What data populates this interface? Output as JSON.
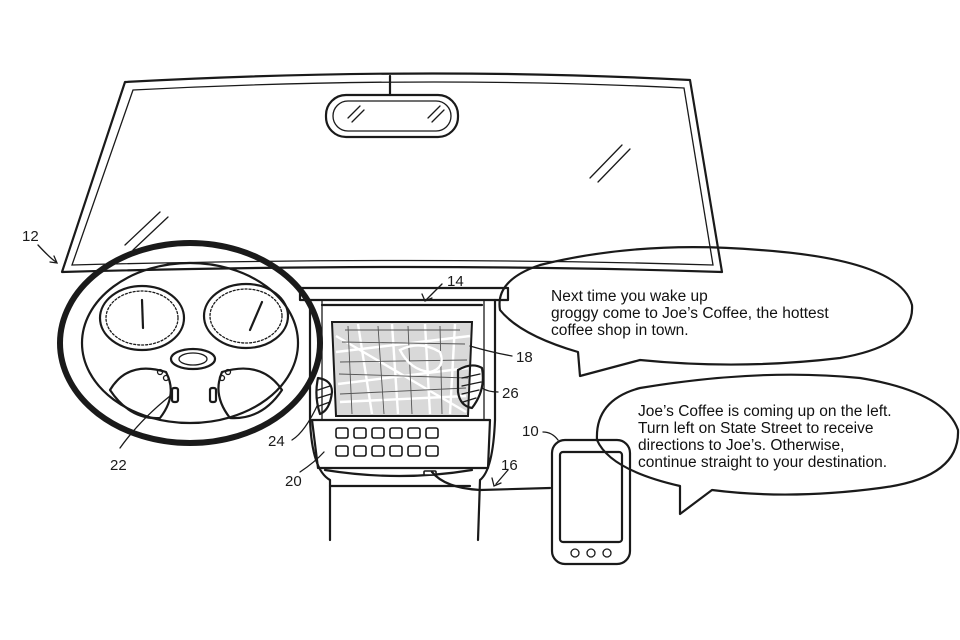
{
  "bubbles": {
    "top": {
      "lines": [
        "Next time you wake up",
        "groggy come to Joe’s Coffee, the hottest",
        "coffee shop in town."
      ]
    },
    "bottom": {
      "lines": [
        "Joe’s Coffee is coming up on the left.",
        "Turn left on State Street to receive",
        "directions to Joe’s. Otherwise,",
        "continue straight to your destination."
      ]
    }
  },
  "reference_numerals": {
    "vehicle": "12",
    "dash_display": "14",
    "map_screen": "18",
    "vent_right": "26",
    "device": "10",
    "cable": "16",
    "keypad": "20",
    "vent_left": "24",
    "wheel_controls": "22"
  }
}
